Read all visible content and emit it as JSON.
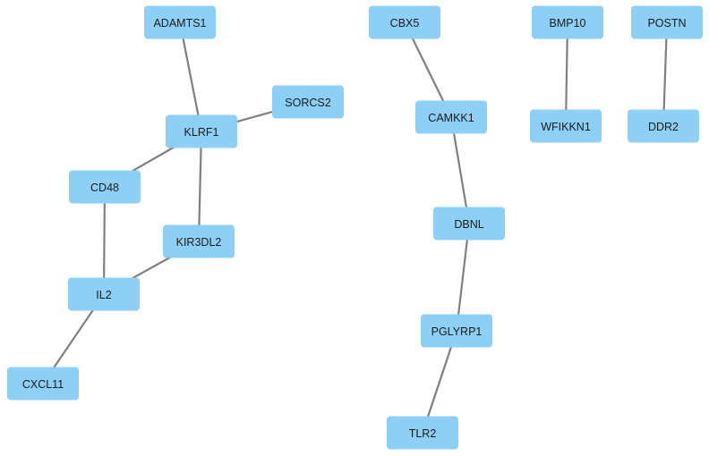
{
  "colors": {
    "node_fill": "#8ed0f5",
    "edge": "#808080",
    "label": "#1a1a1a",
    "background": "#ffffff"
  },
  "nodes": [
    {
      "id": "ADAMTS1",
      "label": "ADAMTS1"
    },
    {
      "id": "KLRF1",
      "label": "KLRF1"
    },
    {
      "id": "SORCS2",
      "label": "SORCS2"
    },
    {
      "id": "CD48",
      "label": "CD48"
    },
    {
      "id": "KIR3DL2",
      "label": "KIR3DL2"
    },
    {
      "id": "IL2",
      "label": "IL2"
    },
    {
      "id": "CXCL11",
      "label": "CXCL11"
    },
    {
      "id": "CBX5",
      "label": "CBX5"
    },
    {
      "id": "CAMKK1",
      "label": "CAMKK1"
    },
    {
      "id": "DBNL",
      "label": "DBNL"
    },
    {
      "id": "PGLYRP1",
      "label": "PGLYRP1"
    },
    {
      "id": "TLR2",
      "label": "TLR2"
    },
    {
      "id": "BMP10",
      "label": "BMP10"
    },
    {
      "id": "WFIKKN1",
      "label": "WFIKKN1"
    },
    {
      "id": "POSTN",
      "label": "POSTN"
    },
    {
      "id": "DDR2",
      "label": "DDR2"
    }
  ],
  "edges": [
    {
      "source": "ADAMTS1",
      "target": "KLRF1"
    },
    {
      "source": "KLRF1",
      "target": "SORCS2"
    },
    {
      "source": "KLRF1",
      "target": "CD48"
    },
    {
      "source": "KLRF1",
      "target": "KIR3DL2"
    },
    {
      "source": "CD48",
      "target": "IL2"
    },
    {
      "source": "KIR3DL2",
      "target": "IL2"
    },
    {
      "source": "IL2",
      "target": "CXCL11"
    },
    {
      "source": "CBX5",
      "target": "CAMKK1"
    },
    {
      "source": "CAMKK1",
      "target": "DBNL"
    },
    {
      "source": "DBNL",
      "target": "PGLYRP1"
    },
    {
      "source": "PGLYRP1",
      "target": "TLR2"
    },
    {
      "source": "BMP10",
      "target": "WFIKKN1"
    },
    {
      "source": "POSTN",
      "target": "DDR2"
    }
  ]
}
